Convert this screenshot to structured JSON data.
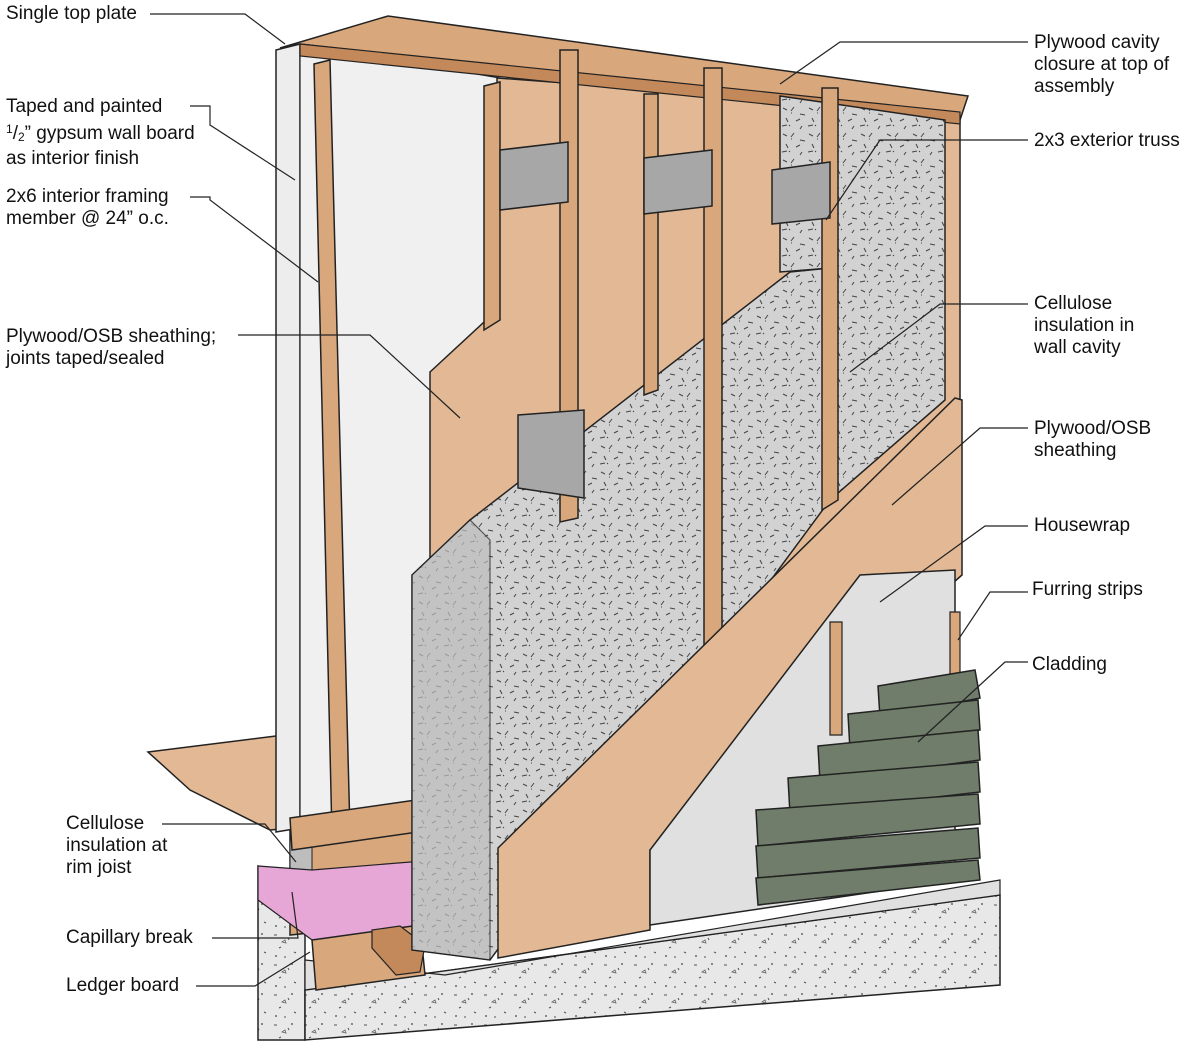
{
  "labels": {
    "single_top_plate": "Single top plate",
    "gypsum": {
      "l1a": "Taped and painted",
      "num": "1",
      "den": "2",
      "l2b": "” gypsum wall board",
      "l3": "as interior finish"
    },
    "interior_framing": {
      "l1": "2x6 interior framing",
      "l2": "member @ 24” o.c."
    },
    "sheathing_inner": {
      "l1": "Plywood/OSB sheathing;",
      "l2": "joints taped/sealed"
    },
    "cellulose_rim": {
      "l1": "Cellulose",
      "l2": "insulation at",
      "l3": "rim joist"
    },
    "capillary_break": "Capillary break",
    "ledger_board": "Ledger board",
    "plywood_closure": {
      "l1": "Plywood cavity",
      "l2": "closure at top of",
      "l3": "assembly"
    },
    "exterior_truss": "2x3 exterior truss",
    "cellulose_cavity": {
      "l1": "Cellulose",
      "l2": "insulation in",
      "l3": "wall cavity"
    },
    "sheathing_outer": {
      "l1": "Plywood/OSB",
      "l2": "sheathing"
    },
    "housewrap": "Housewrap",
    "furring_strips": "Furring strips",
    "cladding": "Cladding"
  },
  "colors": {
    "wood": "#d9a77c",
    "wood_dark": "#c4895a",
    "sheathing": "#e2b994",
    "gypsum": "#ededed",
    "cellulose": "#cfcfcf",
    "concrete": "#e6e6e6",
    "capillary": "#e6a6d6",
    "cladding": "#6f7d6a",
    "plate": "#a7a7a7",
    "housewrap": "#e0e0e0",
    "outline": "#222222"
  }
}
